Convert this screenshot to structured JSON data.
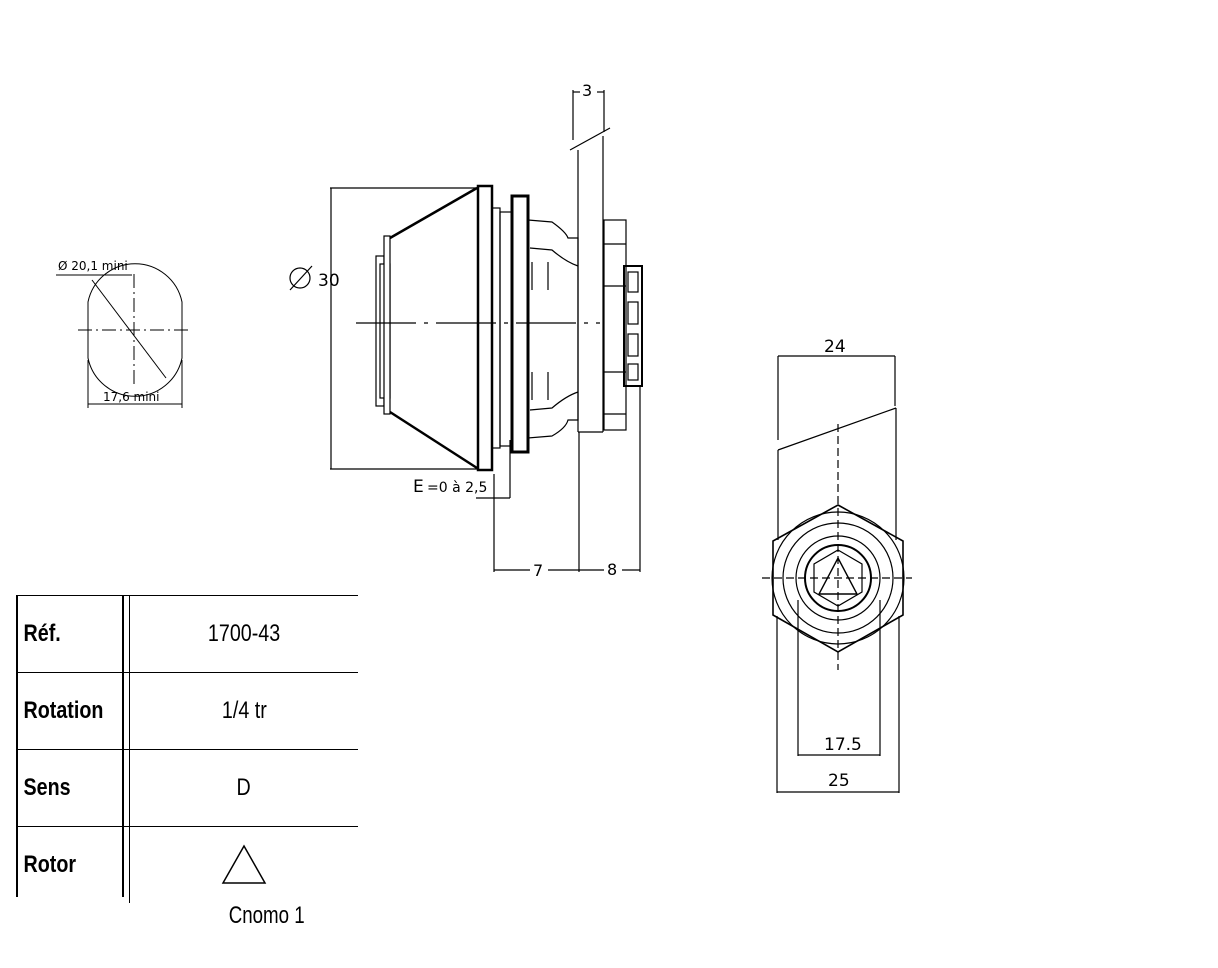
{
  "dimensions": {
    "cutout_diameter": "Ø 20,1 mini",
    "cutout_flat": "17,6 mini",
    "diameter_symbol": "∅",
    "diameter_value": "30",
    "panel_thickness": "3",
    "e_letter": "E",
    "e_range": "=0 à 2,5",
    "length_7": "7",
    "length_8": "8",
    "hex_top": "24",
    "hex_inner": "17.5",
    "hex_outer": "25"
  },
  "spec_table": {
    "rows": [
      {
        "key": "Réf.",
        "value": "1700-43"
      },
      {
        "key": "Rotation",
        "value": "1/4 tr"
      },
      {
        "key": "Sens",
        "value": "D"
      },
      {
        "key": "Rotor",
        "value": ""
      }
    ],
    "caption": "Cnomo 1"
  },
  "icons": {
    "rotor": "triangle-icon"
  }
}
